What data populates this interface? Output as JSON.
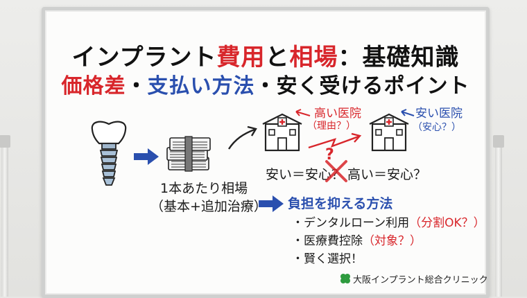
{
  "title": {
    "line1": [
      {
        "text": "インプラント",
        "color": "#111111"
      },
      {
        "text": "費用",
        "color": "#d8262b"
      },
      {
        "text": "と",
        "color": "#111111"
      },
      {
        "text": "相場",
        "color": "#d8262b"
      },
      {
        "text": "：基礎知識",
        "color": "#111111"
      }
    ],
    "line2": [
      {
        "text": "価格差",
        "color": "#d8262b"
      },
      {
        "text": "・",
        "color": "#111111"
      },
      {
        "text": "支払い方法",
        "color": "#2a4fae"
      },
      {
        "text": "・安く受けるポイント",
        "color": "#111111"
      }
    ]
  },
  "cost": {
    "label": "1本あたり相場",
    "sublabel": "（基本+追加治療）"
  },
  "clinics": {
    "high_label": "高い医院",
    "high_sub": "（理由？）",
    "low_label": "安い医院",
    "low_sub": "（安心？）",
    "question_mark": "?"
  },
  "comparison": {
    "left": "安い＝安心？",
    "right": "高い＝安心？"
  },
  "methods": {
    "heading": "負担を抑える方法",
    "items": [
      {
        "text": "・デンタルローン利用",
        "note": "（分割OK？）"
      },
      {
        "text": "・医療費控除",
        "note": "（対象？）"
      },
      {
        "text": "・賢く選択！",
        "note": ""
      }
    ]
  },
  "brand": {
    "name": "大阪インプラント総合クリニック"
  },
  "colors": {
    "accent_red": "#d8262b",
    "accent_blue": "#2a4fae",
    "ink": "#111111",
    "brand_green": "#2e9b3f"
  },
  "icons": [
    "tooth-implant-icon",
    "arrow-right-icon",
    "money-stack-icon",
    "clinic-building-icon",
    "cross-mark-icon",
    "clover-logo-icon"
  ]
}
